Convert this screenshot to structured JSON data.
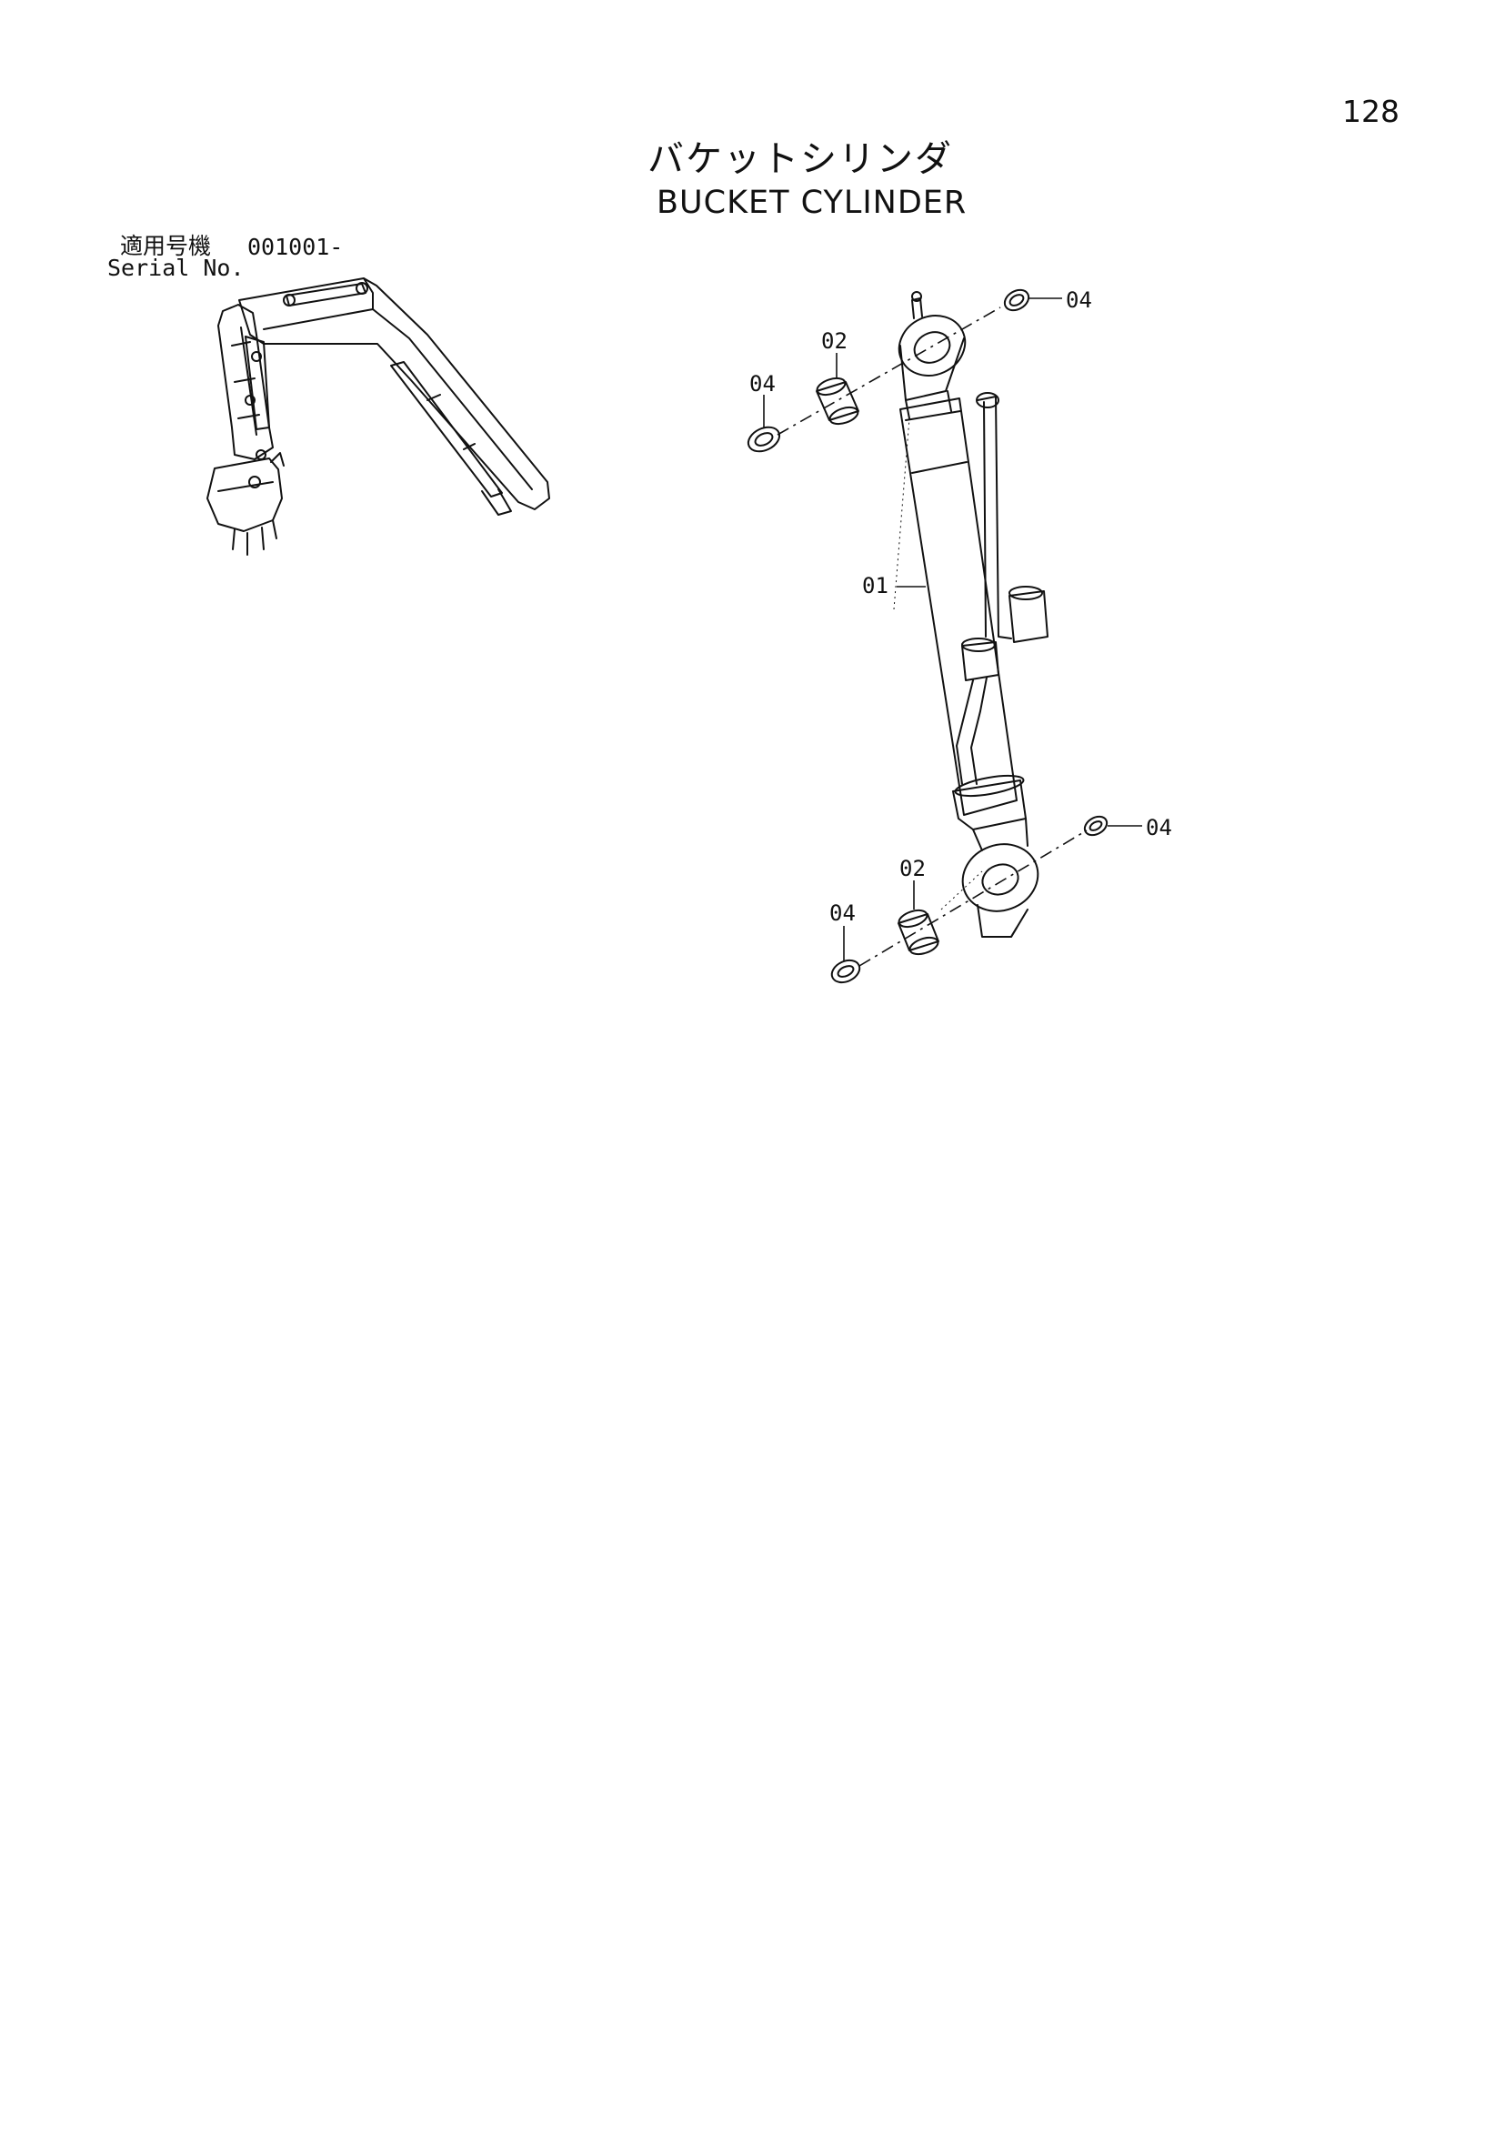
{
  "page": {
    "number": "128",
    "title_jp": "バケットシリンダ",
    "title_en": "BUCKET CYLINDER"
  },
  "serial": {
    "label_jp": "適用号機",
    "value": "001001-",
    "label_en": "Serial No."
  },
  "callouts": {
    "c04_top_right": "04",
    "c02_top": "02",
    "c04_top_left": "04",
    "c01": "01",
    "c04_bottom_right": "04",
    "c02_bottom": "02",
    "c04_bottom_left": "04"
  },
  "colors": {
    "ink": "#111111",
    "background": "#ffffff"
  }
}
